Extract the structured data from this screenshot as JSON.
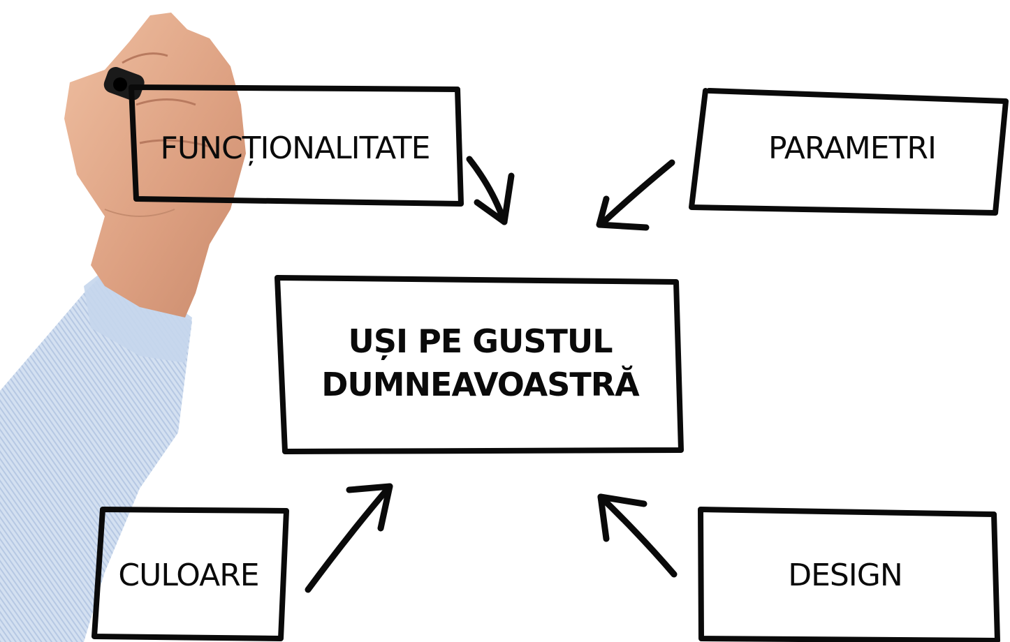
{
  "center": {
    "line1": "UȘI PE GUSTUL",
    "line2": "DUMNEAVOASTRĂ"
  },
  "nodes": {
    "functionality": "FUNCȚIONALITATE",
    "parameters": "PARAMETRI",
    "color": "CULOARE",
    "design": "DESIGN"
  },
  "colors": {
    "ink": "#0a0a0a",
    "background": "#ffffff",
    "shirt": "#c9d8ec",
    "skin": "#e2a98a"
  },
  "icons": {
    "hand": "hand-holding-marker-icon"
  }
}
